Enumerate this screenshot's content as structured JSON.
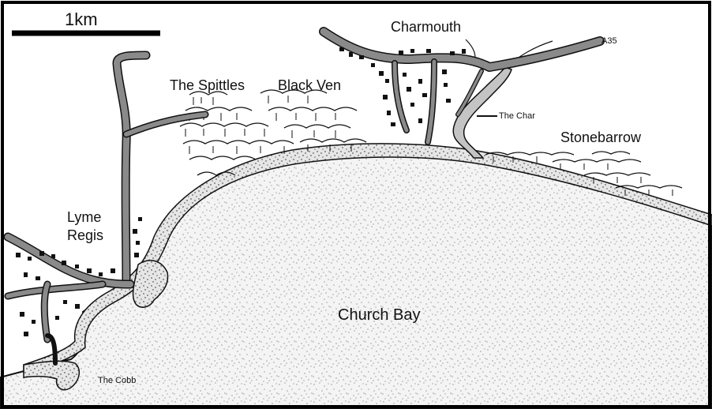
{
  "map": {
    "scale_bar": {
      "label": "1km"
    },
    "places": {
      "charmouth": "Charmouth",
      "lyme_line1": "Lyme",
      "lyme_line2": "Regis",
      "the_spittles": "The Spittles",
      "black_ven": "Black Ven",
      "stonebarrow": "Stonebarrow",
      "church_bay": "Church Bay",
      "the_cobb": "The Cobb",
      "the_char": "The Char",
      "road_a35": "A35"
    },
    "colors": {
      "road": "#8a8a8a",
      "road_outline": "#1a1a1a",
      "river": "#c4c4c4",
      "ink": "#111111",
      "sea_dots": "#222222"
    }
  }
}
